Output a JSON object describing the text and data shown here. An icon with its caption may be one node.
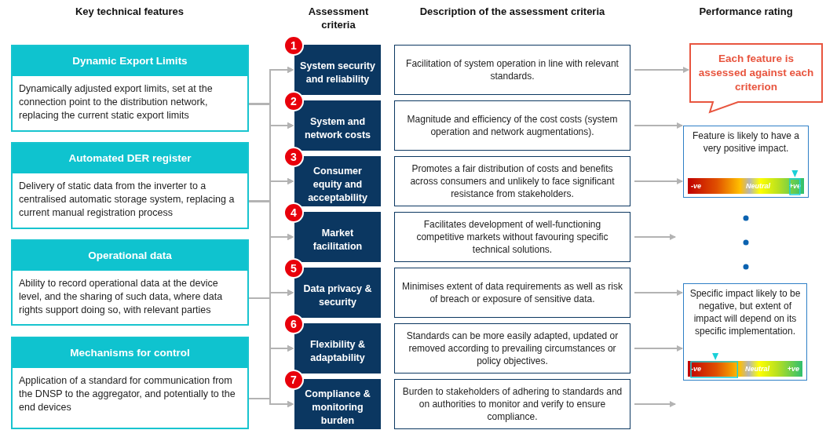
{
  "diagram": {
    "nodes": [
      {
        "text": [
          "Dynamic Export Limits",
          "Dynamically adjusted export limits, set at the connection point to the distribution network, replacing the current static export limits"
        ]
      },
      {
        "text": [
          "Automated DER register",
          "Delivery of static data from the inverter to a centralised automatic storage system, replacing a current manual registration process"
        ]
      },
      {
        "text": [
          "Operational data",
          "Ability to record operational data at the device level, and the sharing of such data, where data rights support doing so, with relevant parties"
        ]
      },
      {
        "text": [
          "Mechanisms for control",
          "Application of a standard for communication from the DNSP to the aggregator, and potentially to the end devices"
        ]
      },
      {
        "text": [
          "1",
          "System security and reliability"
        ]
      },
      {
        "text": [
          "2",
          "System and network costs"
        ]
      },
      {
        "text": [
          "3",
          "Consumer equity and acceptability"
        ]
      },
      {
        "text": [
          "4",
          "Market facilitation"
        ]
      },
      {
        "text": [
          "5",
          "Data privacy & security"
        ]
      },
      {
        "text": [
          "6",
          "Flexibility & adaptability"
        ]
      },
      {
        "text": [
          "7",
          "Compliance & monitoring burden"
        ]
      },
      {
        "text": [
          "Facilitation of system operation in line with relevant standards."
        ]
      },
      {
        "text": [
          "Magnitude and efficiency of the cost costs (system operation and network augmentations)."
        ]
      },
      {
        "text": [
          "Promotes a fair distribution of costs and benefits across consumers and unlikely to face significant resistance from stakeholders."
        ]
      },
      {
        "text": [
          "Facilitates development of well-functioning competitive markets without favouring specific technical solutions."
        ]
      },
      {
        "text": [
          "Minimises extent of data requirements as well as risk of breach or exposure of sensitive data."
        ]
      },
      {
        "text": [
          "Standards can be more easily adapted, updated or removed according to prevailing circumstances or policy objectives."
        ]
      },
      {
        "text": [
          "Burden to stakeholders of adhering to standards and on authorities to monitor and verify to ensure compliance."
        ]
      },
      {
        "text": [
          "Each feature is assessed against each criterion"
        ]
      },
      {
        "text": [
          "Feature is likely to have a very positive impact.",
          "-ve",
          "Neutral",
          "+ve"
        ]
      },
      {
        "text": [
          "Specific impact likely to be negative, but extent of impact will depend on its specific implementation.",
          "-ve",
          "Neutral",
          "+ve"
        ]
      }
    ],
    "edges": [
      {
        "from": 0,
        "to": 4,
        "arrow": "to"
      },
      {
        "from": 0,
        "to": 5,
        "arrow": "to"
      },
      {
        "from": 0,
        "to": 6,
        "arrow": "to"
      },
      {
        "from": 0,
        "to": 7,
        "arrow": "to"
      },
      {
        "from": 0,
        "to": 8,
        "arrow": "to"
      },
      {
        "from": 0,
        "to": 9,
        "arrow": "to"
      },
      {
        "from": 0,
        "to": 10,
        "arrow": "to"
      },
      {
        "from": 1,
        "to": 4,
        "arrow": "to"
      },
      {
        "from": 1,
        "to": 5,
        "arrow": "to"
      },
      {
        "from": 1,
        "to": 6,
        "arrow": "to"
      },
      {
        "from": 1,
        "to": 7,
        "arrow": "to"
      },
      {
        "from": 1,
        "to": 8,
        "arrow": "to"
      },
      {
        "from": 1,
        "to": 9,
        "arrow": "to"
      },
      {
        "from": 1,
        "to": 10,
        "arrow": "to"
      },
      {
        "from": 2,
        "to": 4,
        "arrow": "to"
      },
      {
        "from": 2,
        "to": 5,
        "arrow": "to"
      },
      {
        "from": 2,
        "to": 6,
        "arrow": "to"
      },
      {
        "from": 2,
        "to": 7,
        "arrow": "to"
      },
      {
        "from": 2,
        "to": 8,
        "arrow": "to"
      },
      {
        "from": 2,
        "to": 9,
        "arrow": "to"
      },
      {
        "from": 2,
        "to": 10,
        "arrow": "to"
      },
      {
        "from": 3,
        "to": 4,
        "arrow": "to"
      },
      {
        "from": 3,
        "to": 5,
        "arrow": "to"
      },
      {
        "from": 3,
        "to": 6,
        "arrow": "to"
      },
      {
        "from": 3,
        "to": 7,
        "arrow": "to"
      },
      {
        "from": 3,
        "to": 8,
        "arrow": "to"
      },
      {
        "from": 3,
        "to": 9,
        "arrow": "to"
      },
      {
        "from": 3,
        "to": 10,
        "arrow": "to"
      },
      {
        "from": 11,
        "to": 18,
        "arrow": "to"
      },
      {
        "from": 12,
        "to": 19,
        "arrow": "to"
      },
      {
        "from": 13,
        "to": 19,
        "arrow": "to"
      },
      {
        "from": 14,
        "to": null,
        "arrow": "to"
      },
      {
        "from": 15,
        "to": 20,
        "arrow": "to"
      },
      {
        "from": 16,
        "to": 20,
        "arrow": "to"
      },
      {
        "from": 17,
        "to": null,
        "arrow": "to"
      }
    ],
    "labels": [
      "Key technical features",
      "Assessment criteria",
      "Description of the assessment criteria",
      "Performance rating"
    ]
  }
}
